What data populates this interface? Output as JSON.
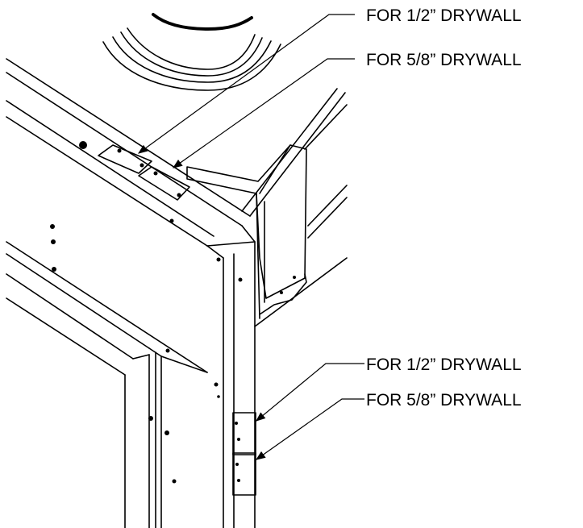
{
  "callouts": {
    "top_half_inch": "FOR 1/2” DRYWALL",
    "top_five_eighths": "FOR 5/8” DRYWALL",
    "side_half_inch": "FOR 1/2” DRYWALL",
    "side_five_eighths": "FOR 5/8” DRYWALL"
  },
  "colors": {
    "line": "#000000",
    "background": "#ffffff"
  }
}
